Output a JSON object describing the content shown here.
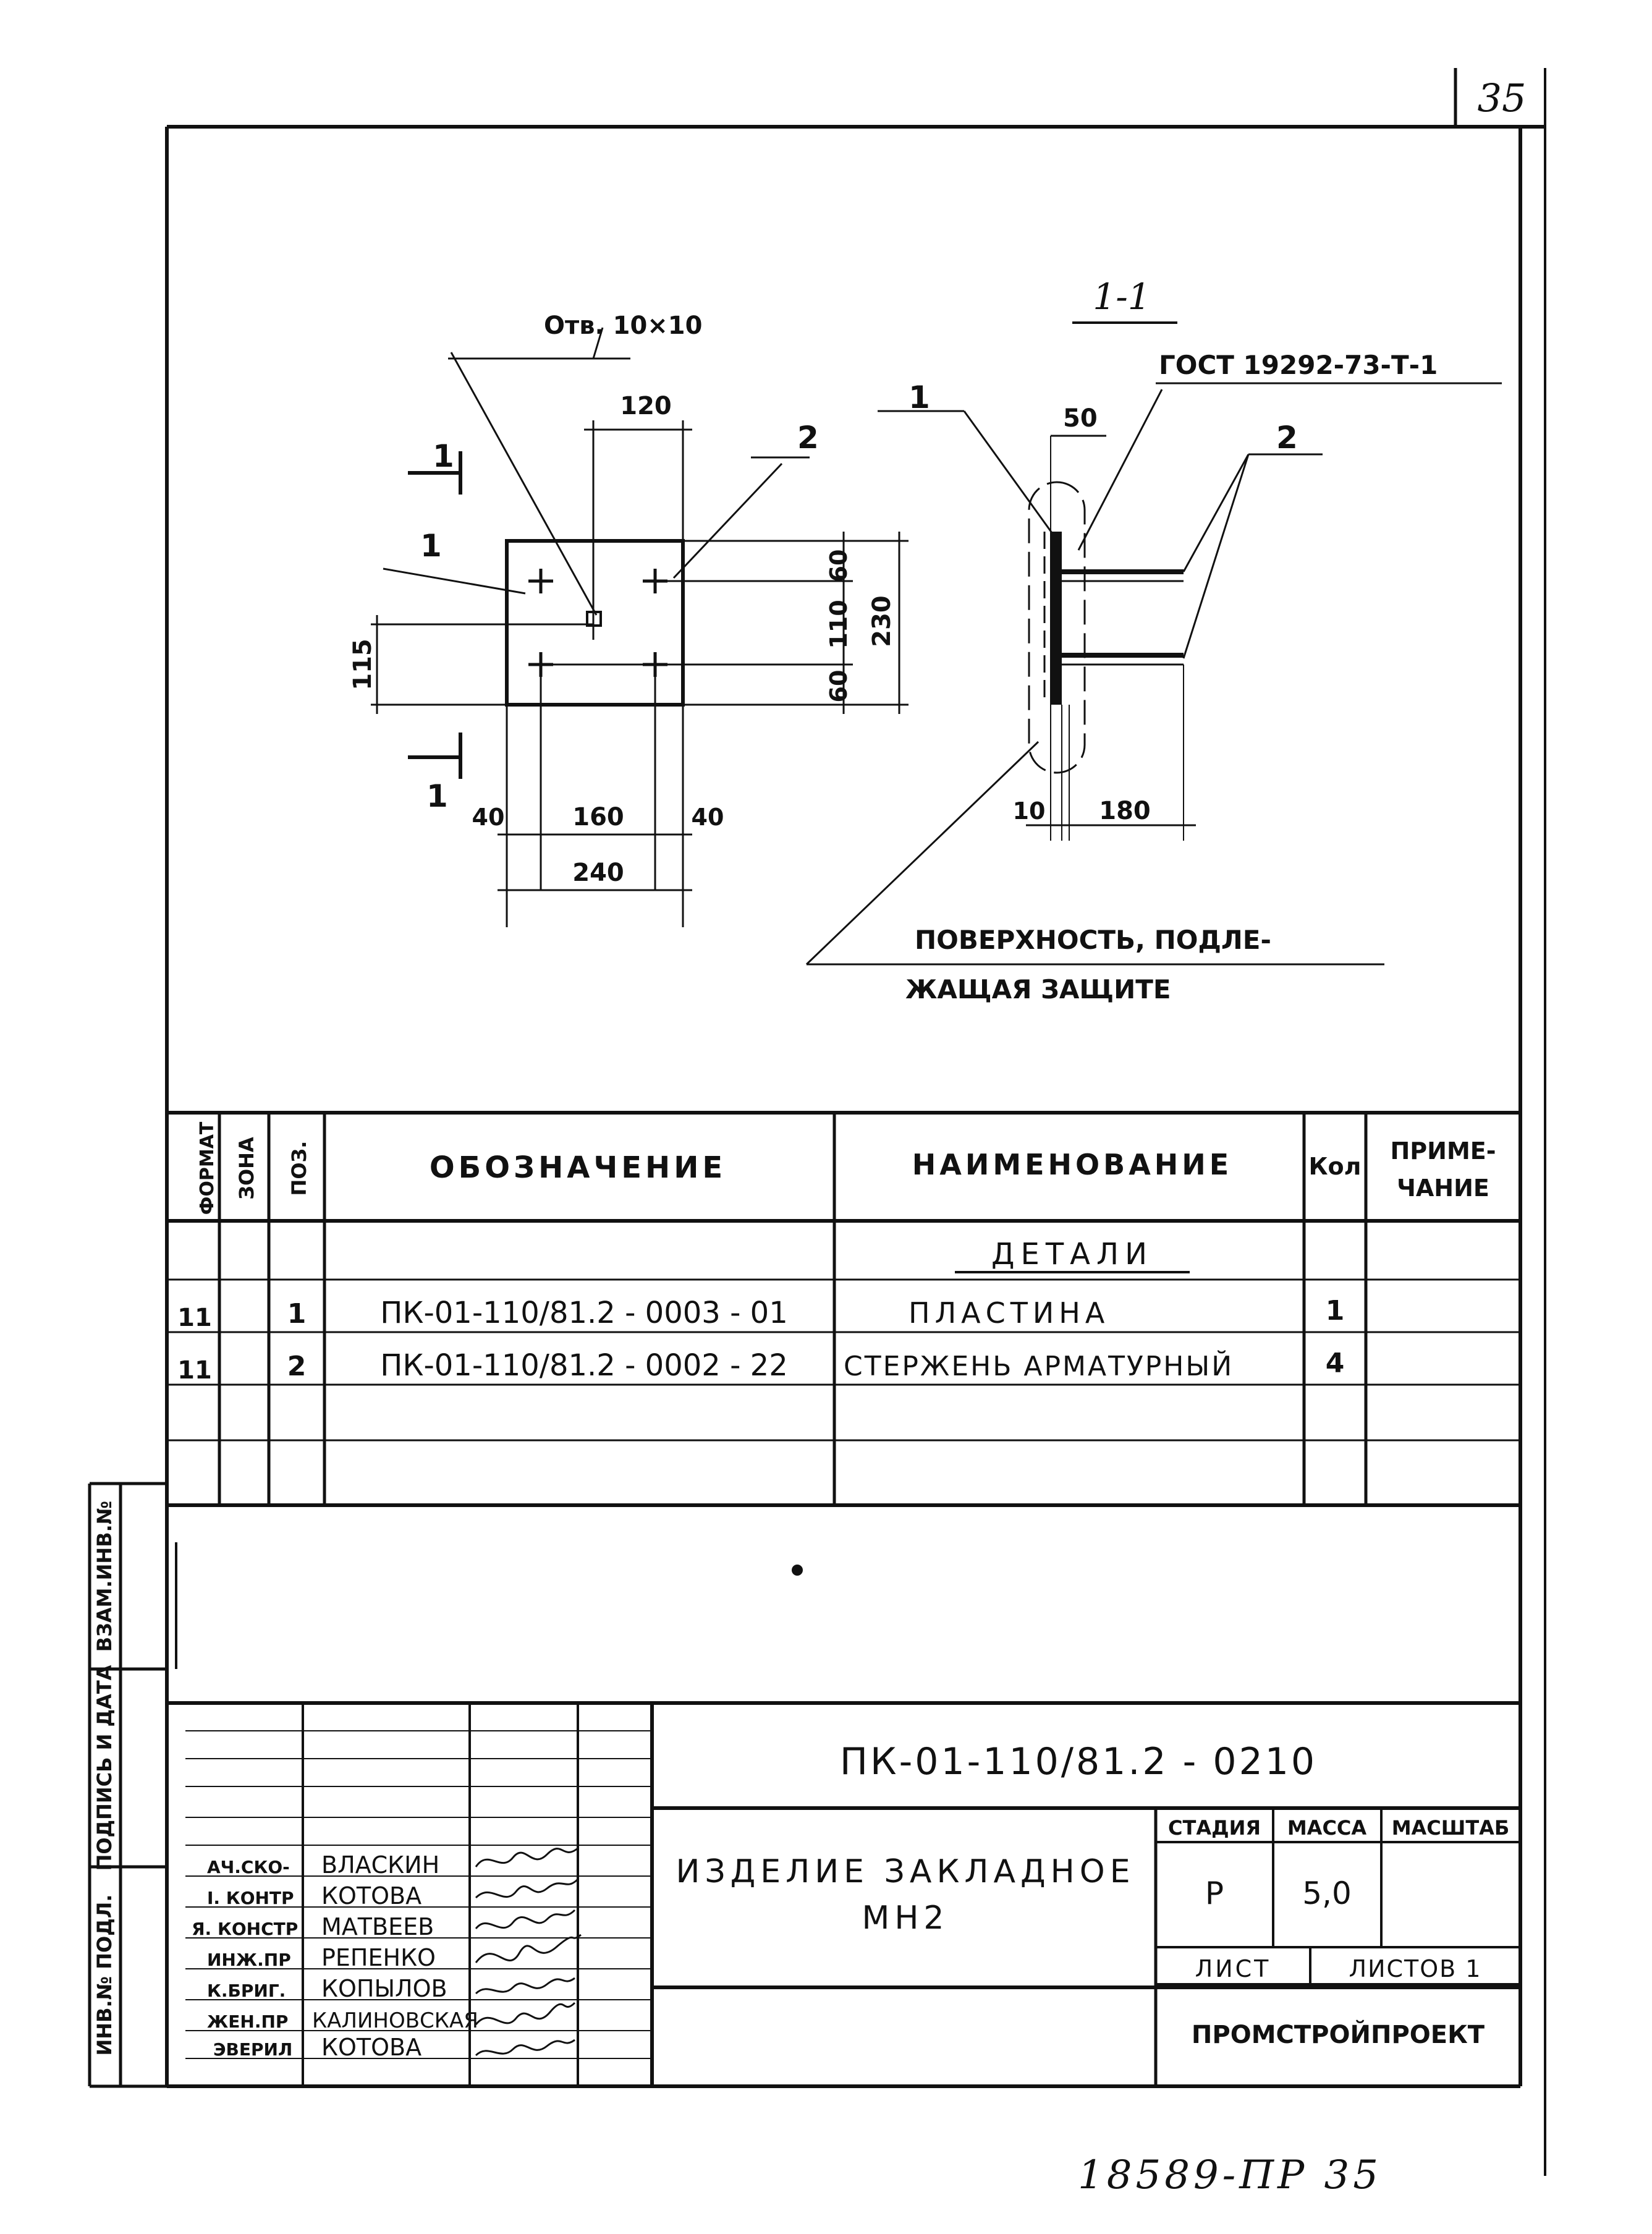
{
  "sheet": {
    "number": "35",
    "footer_handwritten": "18589-ПР 35"
  },
  "drawing": {
    "section_label": "1-1",
    "hole_label": "Отв. 10×10",
    "gost_label": "ГОСТ 19292-73-Т-1",
    "callout_1": "1",
    "callout_2": "2",
    "section_mark": "1",
    "dimensions": {
      "d120": "120",
      "d50": "50",
      "d60a": "60",
      "d110": "110",
      "d60b": "60",
      "d230": "230",
      "d115": "115",
      "d40a": "40",
      "d160": "160",
      "d40b": "40",
      "d240": "240",
      "d10": "10",
      "d180": "180"
    },
    "note_line1": "ПОВЕРХНОСТЬ, ПОДЛЕ-",
    "note_line2": "ЖАЩАЯ ЗАЩИТЕ"
  },
  "spec_table": {
    "headers": {
      "format": "ФОРМАТ",
      "zone": "ЗОНА",
      "pos": "ПОЗ.",
      "designation": "ОБОЗНАЧЕНИЕ",
      "name": "НАИМЕНОВАНИЕ",
      "qty": "Кол",
      "note_l1": "ПРИМЕ-",
      "note_l2": "ЧАНИЕ"
    },
    "section_title": "ДЕТАЛИ",
    "rows": [
      {
        "format": "11",
        "pos": "1",
        "designation": "ПК-01-110/81.2 - 0003 - 01",
        "name": "ПЛАСТИНА",
        "qty": "1"
      },
      {
        "format": "11",
        "pos": "2",
        "designation": "ПК-01-110/81.2 - 0002 - 22",
        "name": "СТЕРЖЕНЬ АРМАТУРНЫЙ",
        "qty": "4"
      }
    ]
  },
  "side_stamp": {
    "inv_podl": "ИНВ.№ ПОДЛ.",
    "podpis": "ПОДПИСЬ И ДАТА",
    "vzam": "ВЗАМ.ИНВ.№"
  },
  "title_block": {
    "doc_code": "ПК-01-110/81.2 - 0210",
    "title_l1": "ИЗДЕЛИЕ ЗАКЛАДНОЕ",
    "title_l2": "МН2",
    "stage_label": "СТАДИЯ",
    "mass_label": "МАССА",
    "scale_label": "МАСШТАБ",
    "stage": "Р",
    "mass": "5,0",
    "sheet_label": "ЛИСТ",
    "sheets_label": "ЛИСТОВ 1",
    "organization": "ПРОМСТРОЙПРОЕКТ",
    "signatures": [
      {
        "role": "АЧ.СКО-",
        "name": "ВЛАСКИН"
      },
      {
        "role": "І. КОНТР",
        "name": "КОТОВА"
      },
      {
        "role": "Я. КОНСТР",
        "name": "МАТВЕЕВ"
      },
      {
        "role": "ИНЖ.ПР",
        "name": "РЕПЕНКО"
      },
      {
        "role": "К.БРИГ.",
        "name": "КОПЫЛОВ"
      },
      {
        "role": "ЖЕН.ПР",
        "name": "КАЛИНОВСКАЯ"
      },
      {
        "role": "ЭВЕРИЛ",
        "name": "КОТОВА"
      }
    ]
  }
}
